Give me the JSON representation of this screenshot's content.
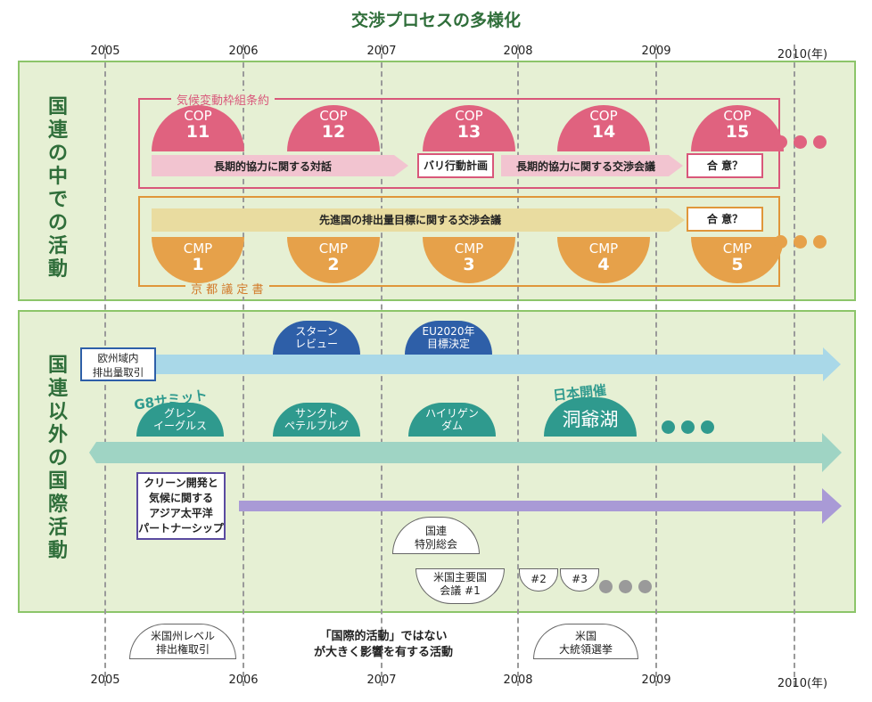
{
  "title": "交渉プロセスの多様化",
  "years_top": [
    "2005",
    "2006",
    "2007",
    "2008",
    "2009",
    "2010(年)"
  ],
  "years_bottom": [
    "2005",
    "2006",
    "2007",
    "2008",
    "2009",
    "2010(年)"
  ],
  "un_panel": {
    "title": "国連の中での活動",
    "unfccc_label": "気候変動枠組条約",
    "kyoto_label": "京 都 議 定 書",
    "cop": [
      {
        "a": "COP",
        "b": "11"
      },
      {
        "a": "COP",
        "b": "12"
      },
      {
        "a": "COP",
        "b": "13"
      },
      {
        "a": "COP",
        "b": "14"
      },
      {
        "a": "COP",
        "b": "15"
      }
    ],
    "cmp": [
      {
        "a": "CMP",
        "b": "1"
      },
      {
        "a": "CMP",
        "b": "2"
      },
      {
        "a": "CMP",
        "b": "3"
      },
      {
        "a": "CMP",
        "b": "4"
      },
      {
        "a": "CMP",
        "b": "5"
      }
    ],
    "cop_arrow1": "長期的協力に関する対話",
    "bali": "バリ行動計画",
    "cop_arrow2": "長期的協力に関する交渉会議",
    "agree1": "合 意？",
    "cmp_arrow": "先進国の排出量目標に関する交渉会議",
    "agree2": "合 意？"
  },
  "other_panel": {
    "title": "国連以外の国際活動",
    "eu_ets": "欧州域内\n排出量取引",
    "stern": "スターン\nレビュー",
    "eu2020": "EU2020年\n目標決定",
    "g8_label": "G8サミット",
    "japan_label": "日本開催",
    "g8": [
      "グレン\nイーグルス",
      "サンクト\nペテルブルグ",
      "ハイリゲン\nダム",
      "洞爺湖"
    ],
    "app": "クリーン開発と\n気候に関する\nアジア太平洋\nパートナーシップ",
    "un_special": "国連\n特別総会",
    "mem1": "米国主要国\n会議 #1",
    "mem2": "#2",
    "mem3": "#3"
  },
  "bottom": {
    "us_state": "米国州レベル\n排出権取引",
    "note": "「国際的活動」ではない\nが大きく影響を有する活動",
    "us_election": "米国\n大統領選挙"
  },
  "colors": {
    "panel_bg": "#e6f0d4",
    "panel_border": "#8cc56a",
    "cop": "#e0627f",
    "cmp": "#e6a14a",
    "teal": "#2f9a8e",
    "blue": "#2e5fa8",
    "light_blue": "#a9d8e8",
    "mint": "#9fd4c4",
    "purple": "#a99ad6"
  }
}
